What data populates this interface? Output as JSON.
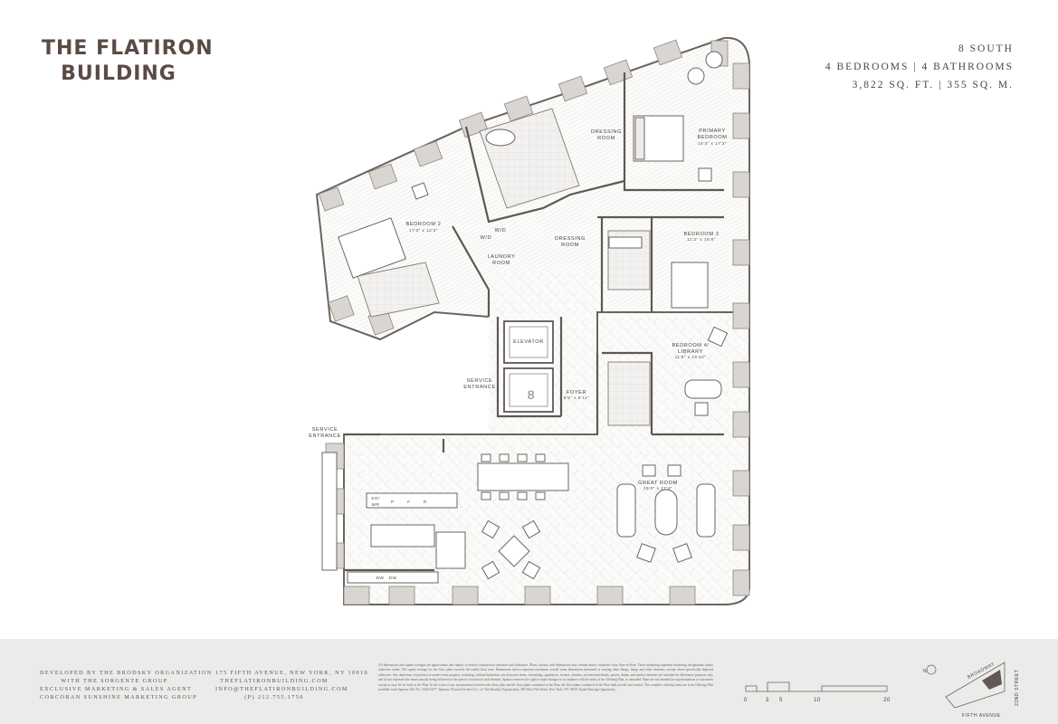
{
  "logo": {
    "line1": "THE FLATIRON",
    "line2": "BUILDING"
  },
  "unit": {
    "name": "8 SOUTH",
    "rooms": "4 BEDROOMS | 4 BATHROOMS",
    "area": "3,822 SQ. FT. | 355 SQ. M."
  },
  "rooms": {
    "dressing_room_1": {
      "l1": "DRESSING",
      "l2": "ROOM"
    },
    "primary_bedroom": {
      "l1": "PRIMARY",
      "l2": "BEDROOM",
      "dim": "14'3\" x 17'3\""
    },
    "bedroom_2": {
      "l1": "BEDROOM 2",
      "dim": "17'3\" x 12'2\""
    },
    "wd_1": "W/D",
    "wd_2": "W/D",
    "laundry": {
      "l1": "LAUNDRY",
      "l2": "ROOM"
    },
    "dressing_room_2": {
      "l1": "DRESSING",
      "l2": "ROOM"
    },
    "bedroom_3": {
      "l1": "BEDROOM 3",
      "dim": "11'3\" x 16'6\""
    },
    "elevator": "ELEVATOR",
    "service_entrance_1": {
      "l1": "SERVICE",
      "l2": "ENTRANCE"
    },
    "foyer": {
      "l1": "FOYER",
      "dim": "8'6\" x 9'11\""
    },
    "bedroom_4": {
      "l1": "BEDROOM 4/",
      "l2": "LIBRARY",
      "dim": "11'8\" x 16'10\""
    },
    "service_entrance_2": {
      "l1": "SERVICE",
      "l2": "ENTRANCE"
    },
    "great_room": {
      "l1": "GREAT ROOM",
      "dim": "35'0\" x 27'4\""
    },
    "so_wr": {
      "l1": "SO/",
      "l2": "WR"
    },
    "pantry_p1": "P",
    "pantry_f": "F",
    "pantry_r": "R",
    "dw1": "DW",
    "dw2": "DW",
    "elevator_floor": "8"
  },
  "footer": {
    "developer": [
      "DEVELOPED BY THE BRODSKY ORGANIZATION",
      "WITH THE SORGENTE GROUP",
      "EXCLUSIVE MARKETING & SALES AGENT",
      "CORCORAN SUNSHINE MARKETING GROUP"
    ],
    "contact": [
      "175 FIFTH AVENUE, NEW YORK, NY 10010",
      "THEFLATIRONBUILDING.COM",
      "INFO@THEFLATIRONBUILDING.COM",
      "(P) 212.755.1750"
    ],
    "disclaimer": "All dimensions and square footages are approximate and subject to normal construction variances and tolerances. Plans, layouts, and dimensions may contain minor variations from floor-to-floor. These marketing represent marketing designations unless otherwise noted. The square footage for the floor plans exceeds the usable floor area. Dimensions shown represent maximum overall room dimensions measured at varying other things, lamps and other elements; except where specifically depicted otherwise. Any depictions of personal or model room property, including, without limitation, any decorator items, furnishings, appliances, fixtures, finishes, architectural details, pavers, drains, and similar elements are included for illustrative purposes only and do not represent the items actually being delivered or the precise location of such element. Sponsor reserves the right to make changes in accordance with the terms of the Offering Plan, as amended. Plans are not intended as representations or warranties except as may be set forth in the Plan. In the event of any inconsistency between this floor plan and the floor plans contained in the Plan, the floor plans contained in the Plan shall prevail and control. The complete offering terms are in an Offering Plan available from Sponsor. File No. CD24-0277. Sponsor: Flatiron Owner LLC, c/o The Brodsky Organization, 400 West 59th Street, New York, NY 10019. Equal Housing Opportunity.",
    "scale_labels": [
      "0",
      "3",
      "5",
      "10",
      "20"
    ],
    "keymap": {
      "street_broadway": "BROADWAY",
      "street_22nd": "22ND STREET",
      "street_fifth": "FIFTH AVENUE",
      "north": "N"
    }
  }
}
